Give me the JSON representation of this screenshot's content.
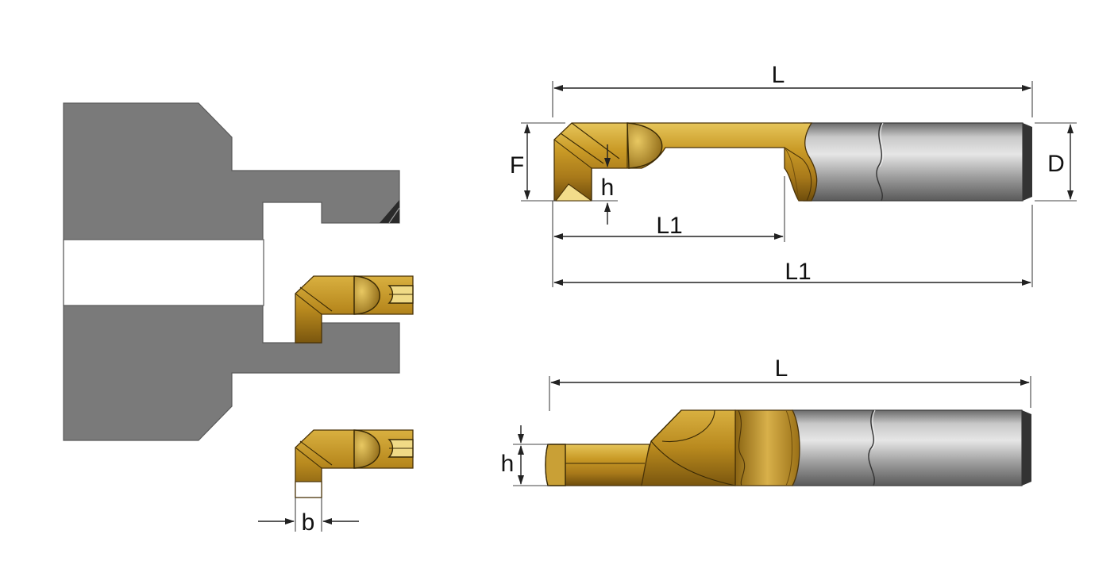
{
  "labels": {
    "b": "b",
    "top_L": "L",
    "top_F": "F",
    "top_h": "h",
    "top_D": "D",
    "top_L1_inner": "L1",
    "top_L1_outer": "L1",
    "bottom_L": "L",
    "bottom_h": "h"
  },
  "colors": {
    "holder": "#7a7a7a",
    "gold": "#b58a1e",
    "gold_light": "#ead27a",
    "carbide": "#9a9a9a"
  }
}
